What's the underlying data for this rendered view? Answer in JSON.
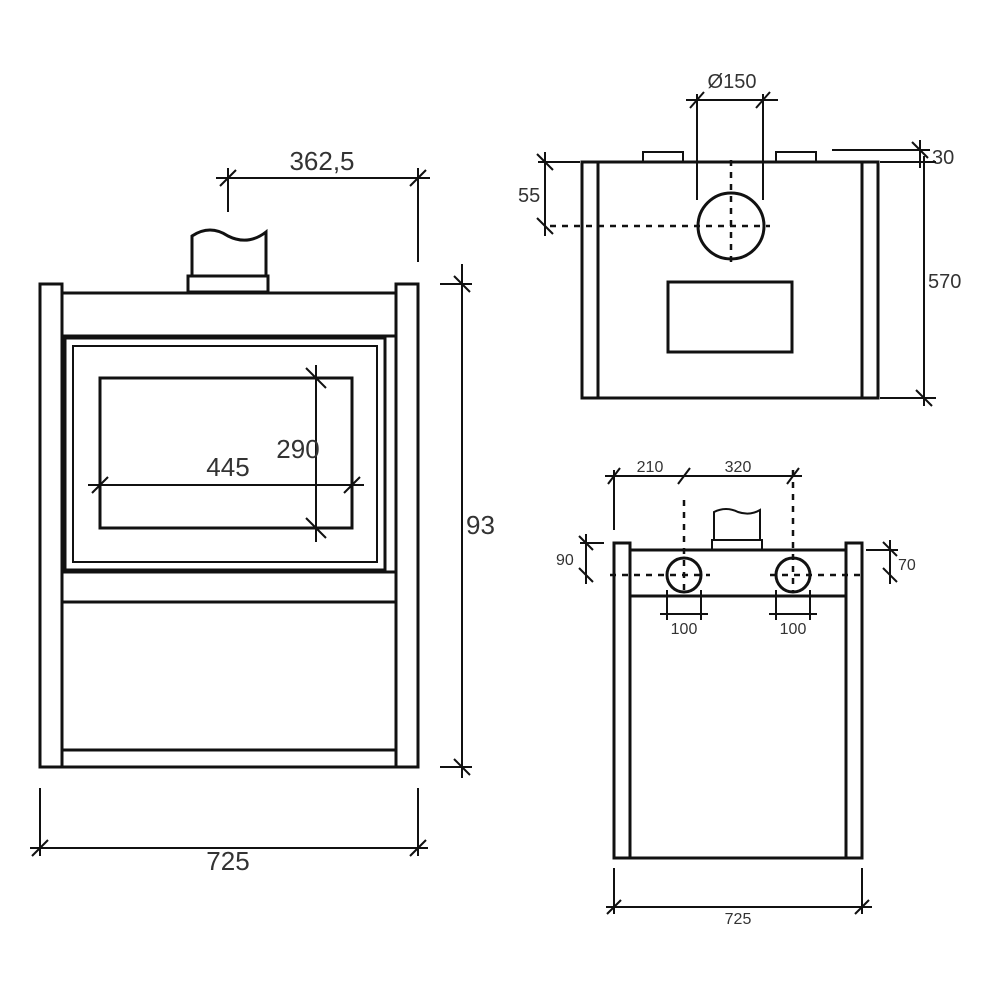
{
  "front_view": {
    "flue_offset": "362,5",
    "height": "93",
    "width": "725",
    "glass_width": "445",
    "glass_height": "290"
  },
  "top_view": {
    "flue_diameter": "Ø150",
    "flue_offset_front": "55",
    "collar_height": "30",
    "depth": "570"
  },
  "rear_view": {
    "left_outlet_offset": "210",
    "outlet_spacing": "320",
    "left_outlet_height": "90",
    "right_outlet_height": "70",
    "left_outlet_diameter": "100",
    "right_outlet_diameter": "100",
    "width": "725"
  }
}
